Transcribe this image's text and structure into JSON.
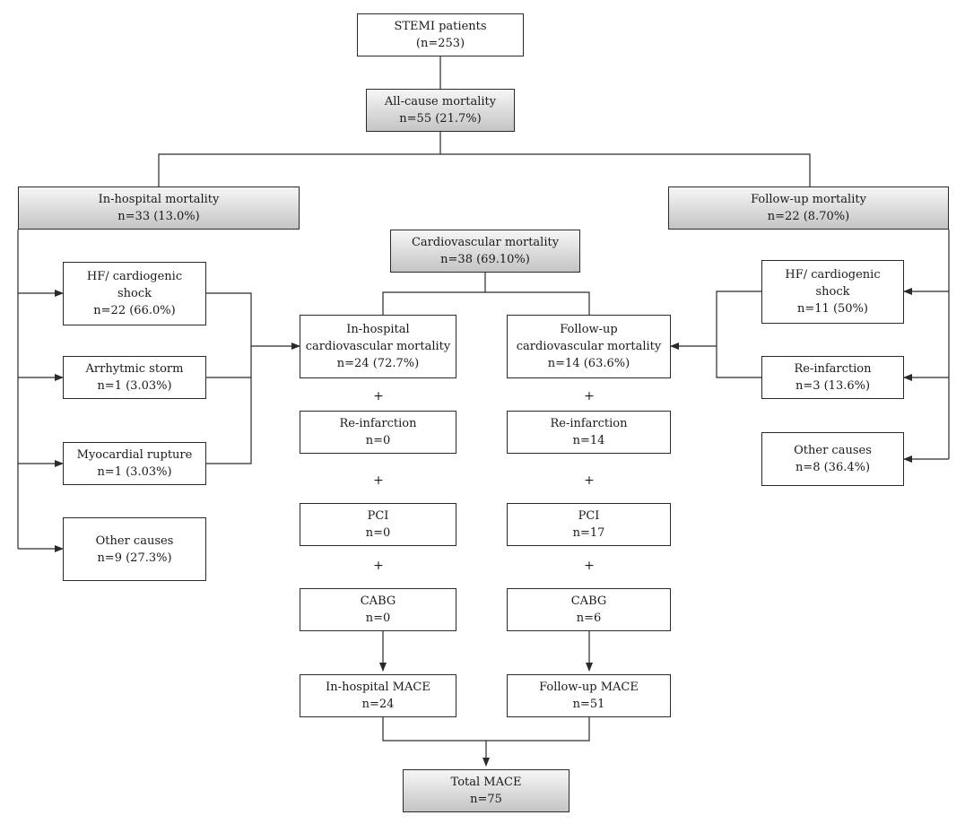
{
  "nodes": {
    "stemi": {
      "line1": "STEMI patients",
      "line2": "(n=253)"
    },
    "all_cause": {
      "line1": "All-cause mortality",
      "line2": "n=55 (21.7%)"
    },
    "inhosp_mort": {
      "line1": "In-hospital mortality",
      "line2": "n=33 (13.0%)"
    },
    "followup_mort": {
      "line1": "Follow-up mortality",
      "line2": "n=22 (8.70%)"
    },
    "cv_mort": {
      "line1": "Cardiovascular mortality",
      "line2": "n=38 (69.10%)"
    },
    "l_hf": {
      "line1": "HF/ cardiogenic",
      "line2": "shock",
      "line3": "n=22 (66.0%)"
    },
    "l_arr": {
      "line1": "Arrhytmic storm",
      "line2": "n=1 (3.03%)"
    },
    "l_rupt": {
      "line1": "Myocardial rupture",
      "line2": "n=1 (3.03%)"
    },
    "l_other": {
      "line1": "Other causes",
      "line2": "n=9 (27.3%)"
    },
    "r_hf": {
      "line1": "HF/ cardiogenic",
      "line2": "shock",
      "line3": "n=11 (50%)"
    },
    "r_reinf": {
      "line1": "Re-infarction",
      "line2": "n=3 (13.6%)"
    },
    "r_other": {
      "line1": "Other causes",
      "line2": "n=8 (36.4%)"
    },
    "ih_cv": {
      "line1": "In-hospital",
      "line2": "cardiovascular mortality",
      "line3": "n=24 (72.7%)"
    },
    "fu_cv": {
      "line1": "Follow-up",
      "line2": "cardiovascular mortality",
      "line3": "n=14 (63.6%)"
    },
    "ih_reinf": {
      "line1": "Re-infarction",
      "line2": "n=0"
    },
    "fu_reinf": {
      "line1": "Re-infarction",
      "line2": "n=14"
    },
    "ih_pci": {
      "line1": "PCI",
      "line2": "n=0"
    },
    "fu_pci": {
      "line1": "PCI",
      "line2": "n=17"
    },
    "ih_cabg": {
      "line1": "CABG",
      "line2": "n=0"
    },
    "fu_cabg": {
      "line1": "CABG",
      "line2": "n=6"
    },
    "ih_mace": {
      "line1": "In-hospital MACE",
      "line2": "n=24"
    },
    "fu_mace": {
      "line1": "Follow-up MACE",
      "line2": "n=51"
    },
    "total_mace": {
      "line1": "Total MACE",
      "line2": "n=75"
    }
  },
  "plus_sign": "+",
  "colors": {
    "line": "#2a2a2a",
    "box_gradient_top": "#f6f6f6",
    "box_gradient_bottom": "#c4c4c4"
  }
}
